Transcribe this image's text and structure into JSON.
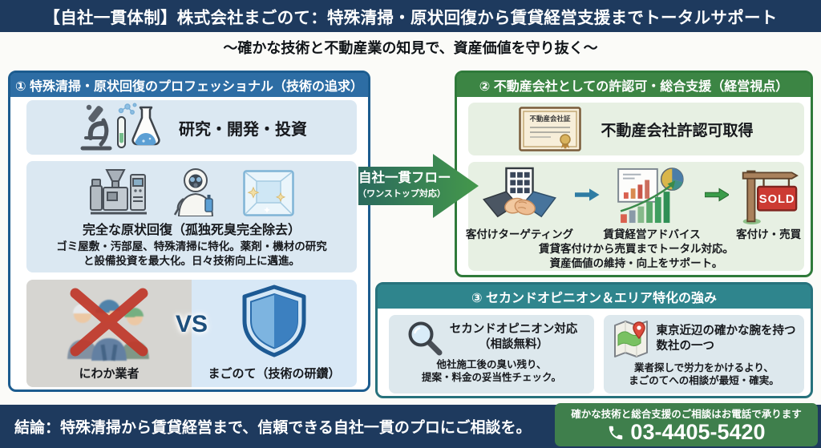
{
  "page": {
    "title_bar": "【自社一貫体制】株式会社まごのて：特殊清掃・原状回復から賃貸経営支援までトータルサポート",
    "subtitle": "～確かな技術と不動産業の知見で、資産価値を守り抜く～"
  },
  "panel1": {
    "title": "① 特殊清掃・原状回復のプロフェッショナル（技術の追求）",
    "research_label": "研究・開発・投資",
    "restore": {
      "title": "完全な原状回復（孤独死臭完全除去）",
      "desc_line1": "ゴミ屋敷・汚部屋、特殊清掃に特化。薬剤・機材の研究",
      "desc_line2": "と設備投資を最大化。日々技術向上に邁進。"
    },
    "versus": {
      "left_label": "にわか業者",
      "vs": "VS",
      "right_label": "まごのて（技術の研鑽）"
    }
  },
  "flow_arrow": {
    "line1": "自社一貫フロー",
    "line2": "（ワンストップ対応）"
  },
  "panel2": {
    "title": "② 不動産会社としての許認可・総合支援（経営視点）",
    "license_label": "不動産会社許認可取得",
    "certificate_text": "不動産会社証",
    "sold_label": "SOLD",
    "steps": [
      {
        "label": "客付けターゲティング"
      },
      {
        "label": "賃貸経営アドバイス"
      },
      {
        "label": "客付け・売買"
      }
    ],
    "desc_line1": "賃貸客付けから売買までトータル対応。",
    "desc_line2": "資産価値の維持・向上をサポート。"
  },
  "panel3": {
    "title": "③ セカンドオピニオン＆エリア特化の強み",
    "second_opinion": {
      "title_line1": "セカンドオピニオン対応",
      "title_line2": "（相談無料）",
      "desc_line1": "他社施工後の臭い残り、",
      "desc_line2": "提案・料金の妥当性チェック。"
    },
    "area": {
      "title_line1": "東京近辺の確かな腕を持つ",
      "title_line2": "数社の一つ",
      "desc_line1": "業者探しで労力をかけるより、",
      "desc_line2": "まごのてへの相談が最短・確実。"
    }
  },
  "footer": {
    "conclusion": "結論：特殊清掃から賃貸経営まで、信頼できる自社一貫のプロにご相談を。",
    "phone_note": "確かな技術と総合支援のご相談はお電話で承ります",
    "phone_number": "03-4405-5420"
  },
  "colors": {
    "navy": "#1e3a5e",
    "panel1_blue": "#2d6da4",
    "panel2_green": "#3c8544",
    "panel3_teal": "#2f858d",
    "phone_box_green": "#3f7f4c",
    "flow_gradient_start": "#2b6a5e",
    "flow_gradient_end": "#44984b",
    "cross_red": "#c0392b",
    "shield_blue": "#3c80c0"
  },
  "icons": {
    "science": "microscope-flask-icon",
    "machine": "industrial-equipment-icon",
    "hazmat": "hazmat-worker-icon",
    "cleanroom": "sparkling-room-icon",
    "workers": "crossed-out-contractors-icon",
    "shield": "shield-icon",
    "certificate": "certificate-icon",
    "handshake": "handshake-building-icon",
    "chart": "growth-chart-pie-icon",
    "sold": "sold-sign-icon",
    "magnifier": "magnifier-icon",
    "map": "area-map-pin-icon",
    "phone": "phone-receiver-icon"
  }
}
